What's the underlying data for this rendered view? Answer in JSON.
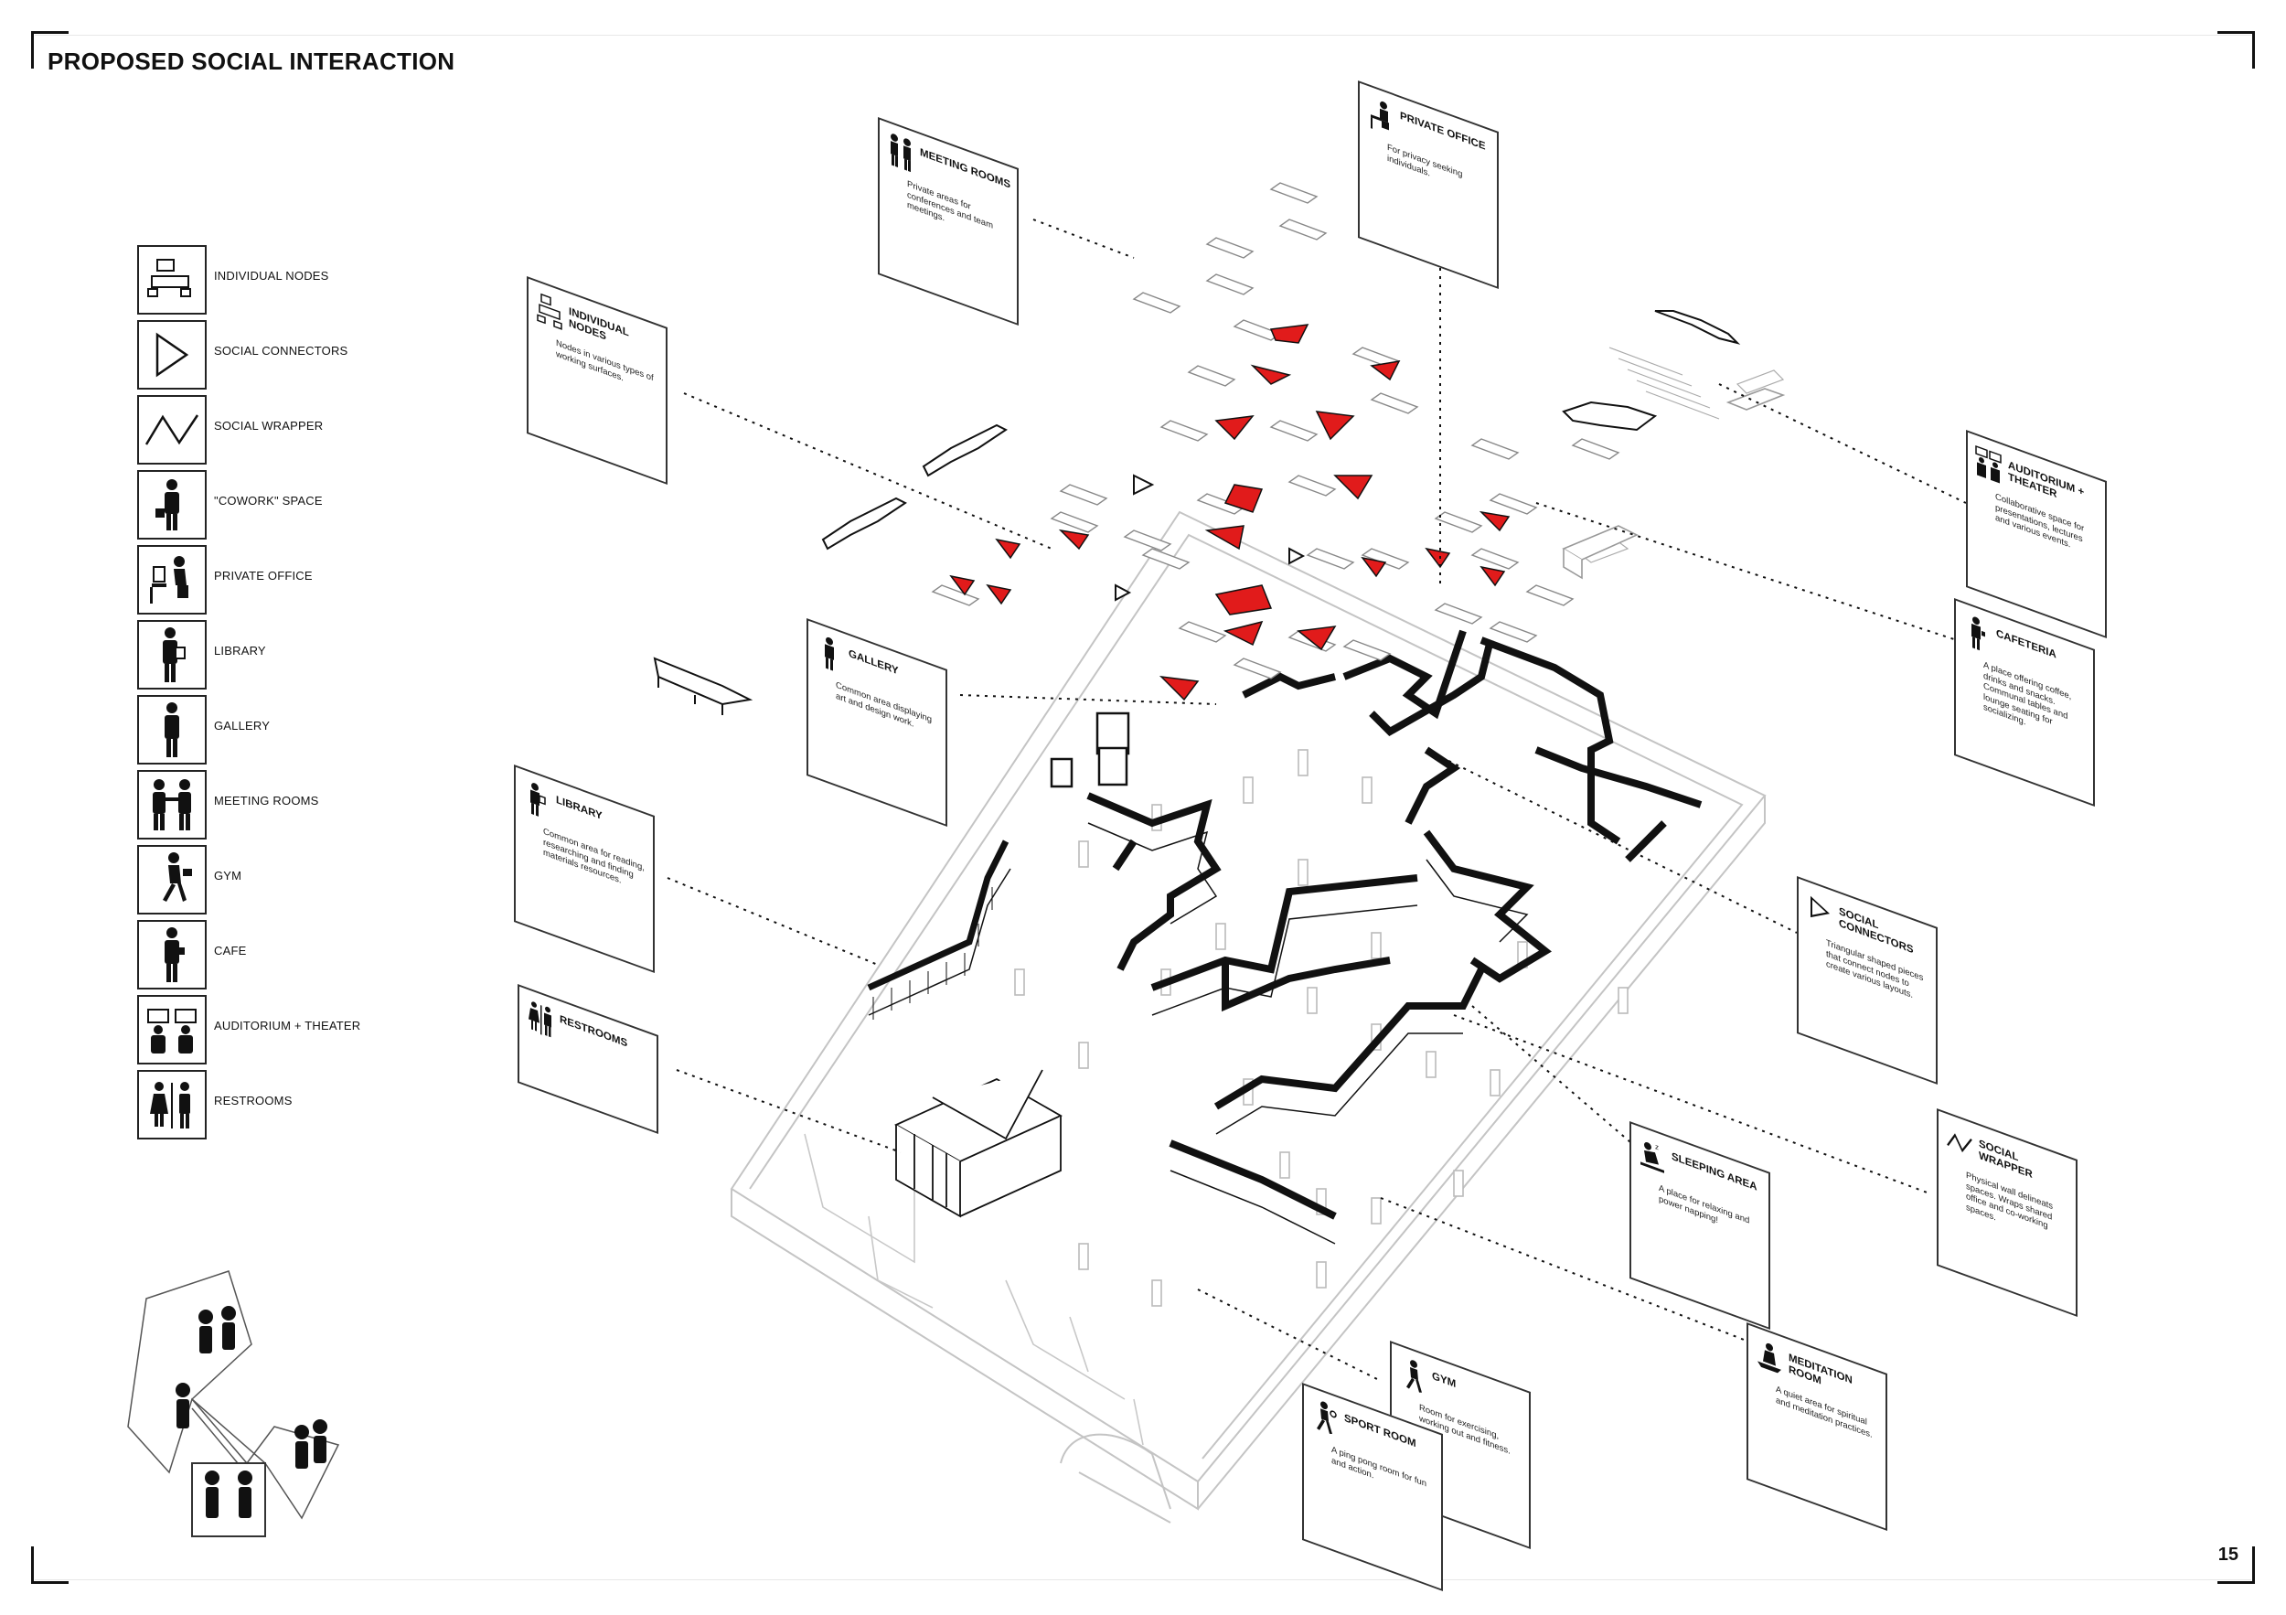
{
  "page": {
    "title": "PROPOSED SOCIAL INTERACTION",
    "page_number": "15"
  },
  "legend": [
    {
      "label": "INDIVIDUAL NODES",
      "icon": "individual-nodes-icon"
    },
    {
      "label": "SOCIAL CONNECTORS",
      "icon": "triangle-icon"
    },
    {
      "label": "SOCIAL WRAPPER",
      "icon": "zigzag-icon"
    },
    {
      "label": "\"COWORK\" SPACE",
      "icon": "cowork-person-icon"
    },
    {
      "label": "PRIVATE OFFICE",
      "icon": "desk-worker-icon"
    },
    {
      "label": "LIBRARY",
      "icon": "reader-icon"
    },
    {
      "label": "GALLERY",
      "icon": "standing-person-icon"
    },
    {
      "label": "MEETING ROOMS",
      "icon": "handshake-icon"
    },
    {
      "label": "GYM",
      "icon": "runner-icon"
    },
    {
      "label": "CAFE",
      "icon": "coffee-person-icon"
    },
    {
      "label": "AUDITORIUM + THEATER",
      "icon": "audience-icon"
    },
    {
      "label": "RESTROOMS",
      "icon": "restroom-icon"
    }
  ],
  "cards": [
    {
      "id": "meeting",
      "title": "MEETING ROOMS",
      "desc": "Private areas for conferences and team meetings.",
      "icon": "handshake-icon"
    },
    {
      "id": "private",
      "title": "PRIVATE OFFICE",
      "desc": "For privacy seeking individuals.",
      "icon": "desk-worker-icon"
    },
    {
      "id": "nodes",
      "title": "INDIVIDUAL NODES",
      "desc": "Nodes in various types of working surfaces.",
      "icon": "individual-nodes-icon"
    },
    {
      "id": "auditorium",
      "title": "AUDITORIUM + THEATER",
      "desc": "Collaborative space for presentations, lectures and various events.",
      "icon": "audience-icon"
    },
    {
      "id": "cafeteria",
      "title": "CAFETERIA",
      "desc": "A place offering coffee, drinks and snacks. Communal tables and lounge seating for socializing.",
      "icon": "coffee-person-icon"
    },
    {
      "id": "gallery",
      "title": "GALLERY",
      "desc": "Common area displaying art and design work.",
      "icon": "standing-person-icon"
    },
    {
      "id": "library",
      "title": "LIBRARY",
      "desc": "Common area for reading, researching and finding materials resources.",
      "icon": "reader-icon"
    },
    {
      "id": "social-connectors",
      "title": "SOCIAL CONNECTORS",
      "desc": "Triangular shaped pieces that connect nodes to create various layouts.",
      "icon": "triangle-icon"
    },
    {
      "id": "restrooms",
      "title": "RESTROOMS",
      "desc": "",
      "icon": "restroom-icon"
    },
    {
      "id": "sleeping",
      "title": "SLEEPING AREA",
      "desc": "A place for relaxing and power napping!",
      "icon": "sleeper-icon"
    },
    {
      "id": "social-wrapper",
      "title": "SOCIAL WRAPPER",
      "desc": "Physical wall delineats spaces. Wraps shared office and co-working spaces.",
      "icon": "zigzag-icon"
    },
    {
      "id": "gym",
      "title": "GYM",
      "desc": "Room for exercising, working out and fitness.",
      "icon": "runner-icon"
    },
    {
      "id": "sport",
      "title": "SPORT ROOM",
      "desc": "A ping pong room for fun and action.",
      "icon": "ping-pong-icon"
    },
    {
      "id": "meditation",
      "title": "MEDITATION ROOM",
      "desc": "A quiet area for spiritual and meditation practices.",
      "icon": "meditation-icon"
    }
  ],
  "colors": {
    "ink": "#111111",
    "connector_red": "#e11b1b",
    "line_gray": "#bdbdbd"
  }
}
